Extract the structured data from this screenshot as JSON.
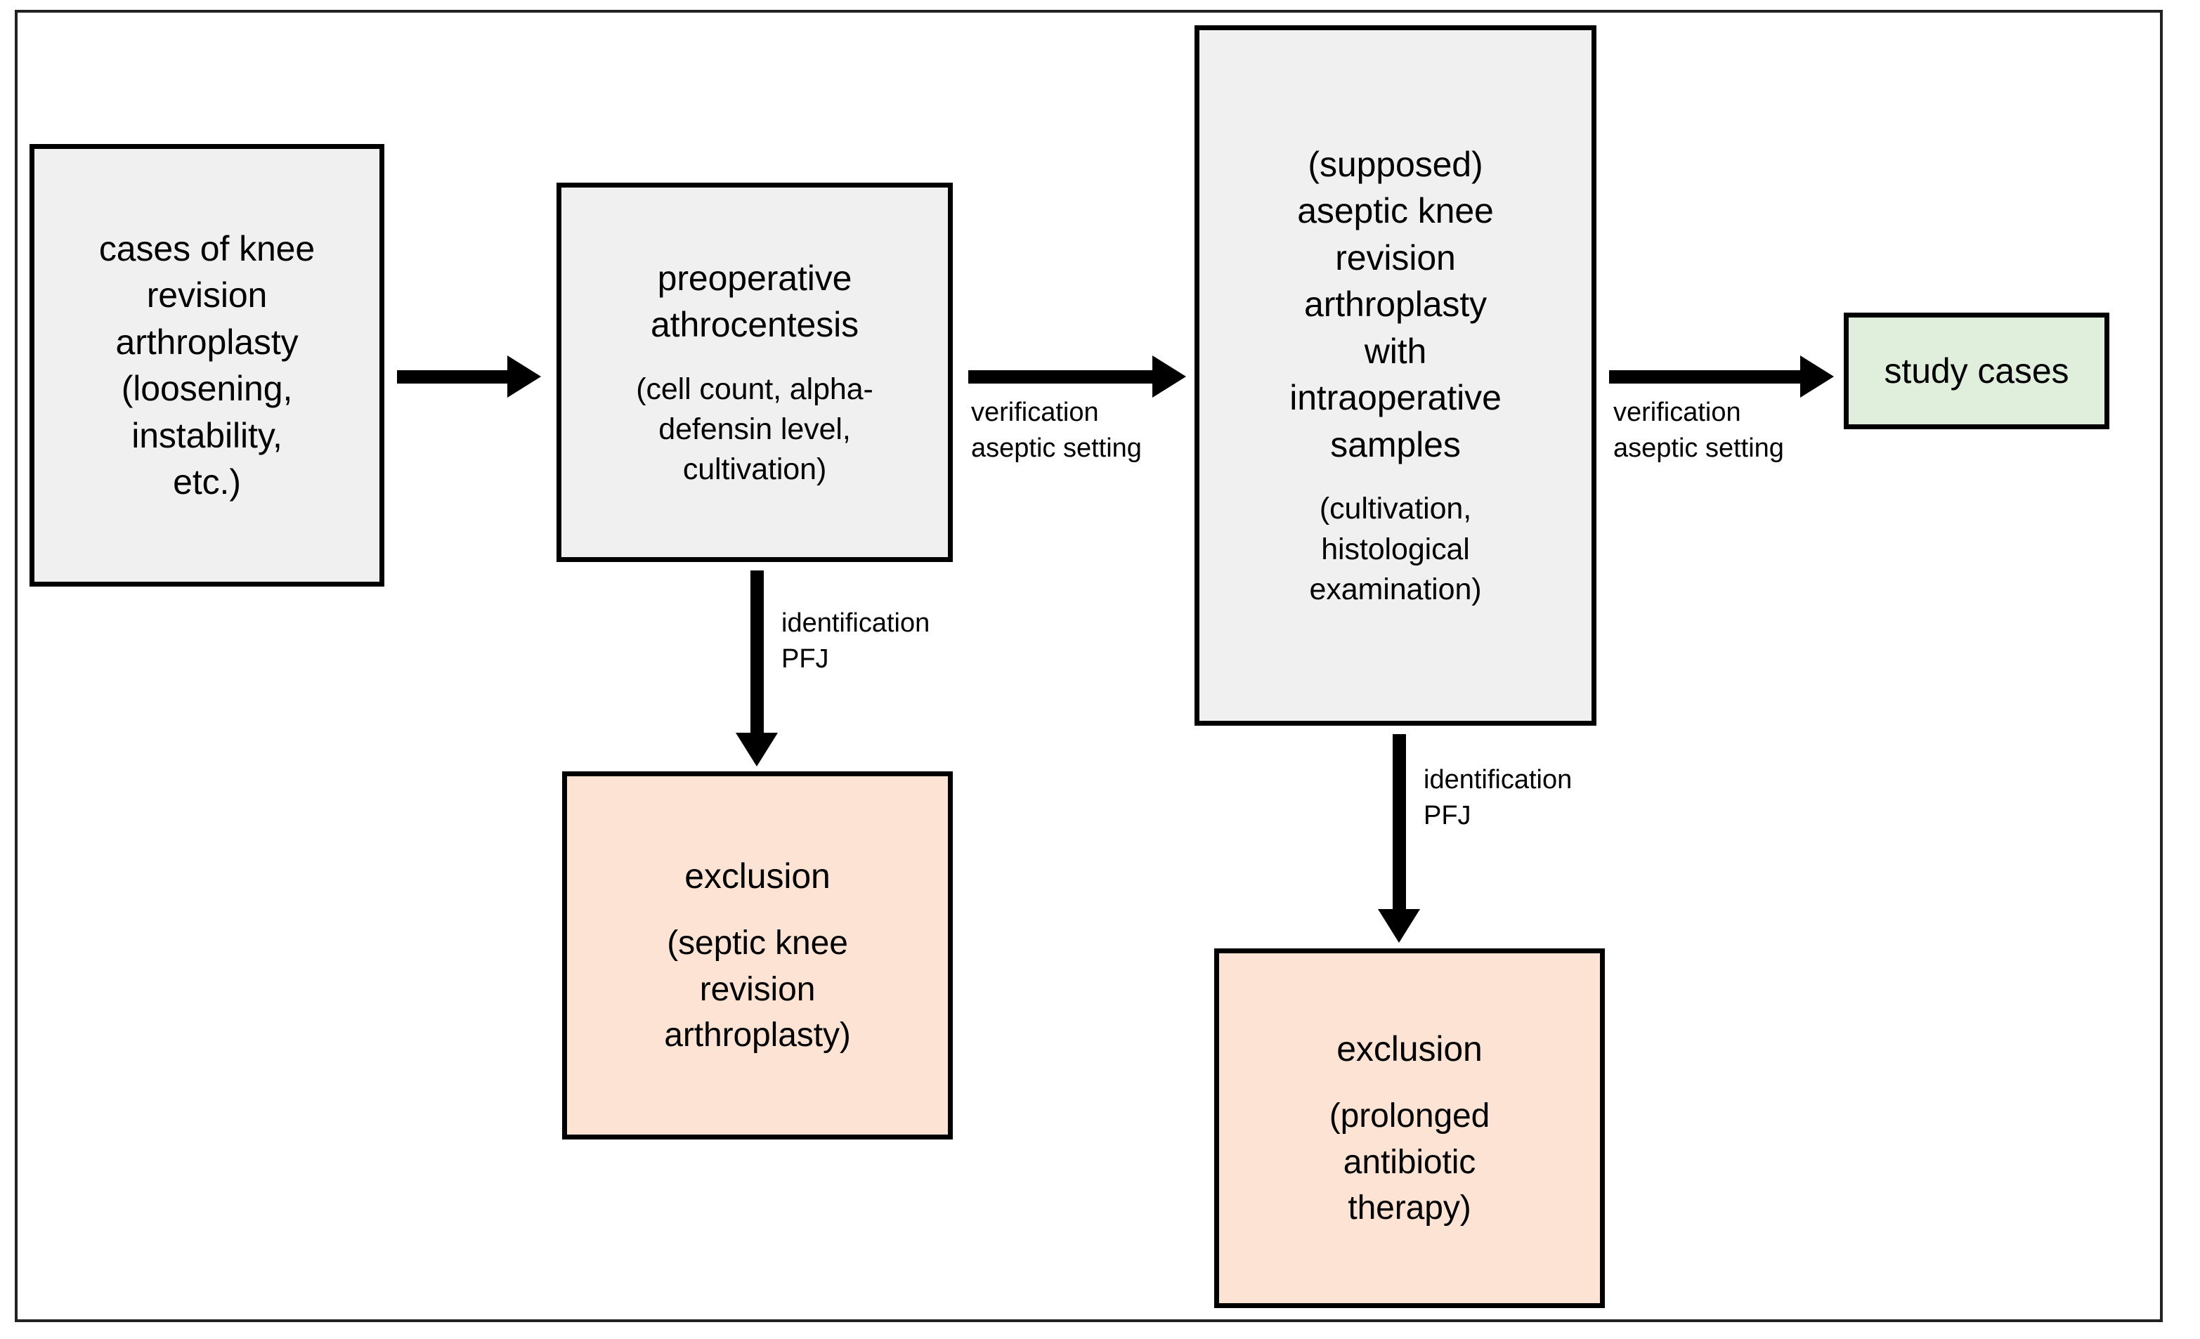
{
  "diagram": {
    "type": "flowchart",
    "title": "",
    "colors": {
      "process_fill": "#f0f0f0",
      "exclusion_fill": "#fde3d3",
      "outcome_fill": "#dfefdc",
      "border": "#000000",
      "frame": "#222222"
    },
    "nodes": {
      "cases": {
        "id": "cases-of-knee-revision-arthroplasty",
        "fill": "#f0f0f0",
        "lines": [
          "cases of knee",
          "revision",
          "arthroplasty",
          "(loosening,",
          "instability,",
          "etc.)"
        ]
      },
      "preop": {
        "id": "preoperative-athrocentesis",
        "fill": "#f0f0f0",
        "title_lines": [
          "preoperative",
          "athrocentesis"
        ],
        "sub_lines": [
          "(cell count, alpha-",
          "defensin level,",
          "cultivation)"
        ]
      },
      "aseptic": {
        "id": "supposed-aseptic-knee-revision-arthroplasty",
        "fill": "#f0f0f0",
        "title_lines": [
          "(supposed)",
          "aseptic knee",
          "revision",
          "arthroplasty",
          "with",
          "intraoperative",
          "samples"
        ],
        "sub_lines": [
          "(cultivation,",
          "histological",
          "examination)"
        ]
      },
      "study_cases": {
        "id": "study-cases",
        "fill": "#dfefdc",
        "lines": [
          "study cases"
        ]
      },
      "exclusion_septic": {
        "id": "exclusion-septic-knee-revision-arthroplasty",
        "fill": "#fde3d3",
        "title_lines": [
          "exclusion"
        ],
        "sub_lines": [
          "(septic knee",
          "revision",
          "arthroplasty)"
        ]
      },
      "exclusion_antibiotic": {
        "id": "exclusion-prolonged-antibiotic-therapy",
        "fill": "#fde3d3",
        "title_lines": [
          "exclusion"
        ],
        "sub_lines": [
          "(prolonged",
          "antibiotic",
          "therapy)"
        ]
      }
    },
    "edges": [
      {
        "id": "cases-to-preop",
        "from": "cases",
        "to": "preop",
        "direction": "right",
        "label_lines": []
      },
      {
        "id": "preop-to-aseptic",
        "from": "preop",
        "to": "aseptic",
        "direction": "right",
        "label_lines": [
          "verification",
          "aseptic setting"
        ]
      },
      {
        "id": "aseptic-to-study-cases",
        "from": "aseptic",
        "to": "study_cases",
        "direction": "right",
        "label_lines": [
          "verification",
          "aseptic setting"
        ]
      },
      {
        "id": "preop-to-exclusion-septic",
        "from": "preop",
        "to": "exclusion_septic",
        "direction": "down",
        "label_lines": [
          "identification",
          "PFJ"
        ]
      },
      {
        "id": "aseptic-to-exclusion-antibiotic",
        "from": "aseptic",
        "to": "exclusion_antibiotic",
        "direction": "down",
        "label_lines": [
          "identification",
          "PFJ"
        ]
      }
    ]
  }
}
